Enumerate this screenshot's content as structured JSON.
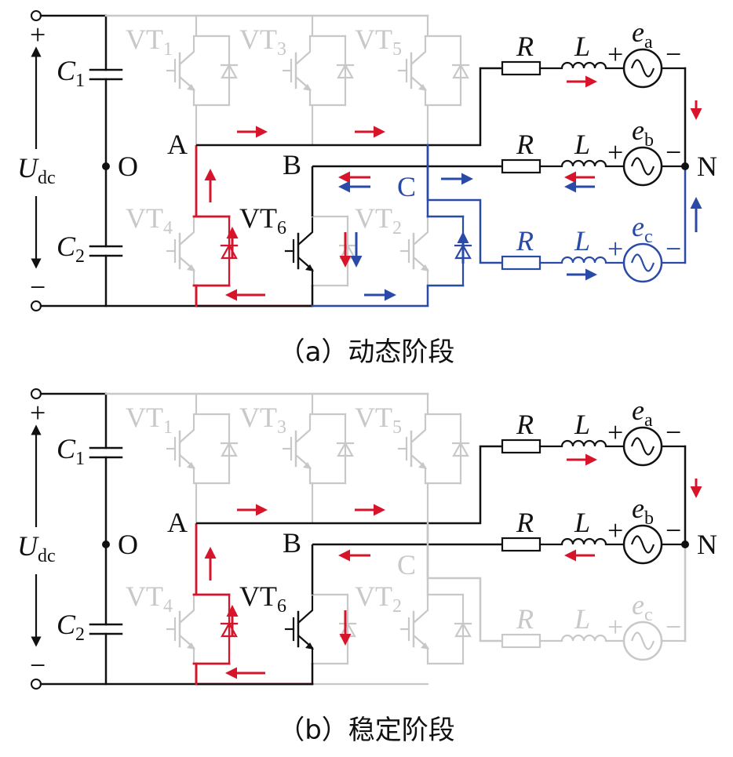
{
  "colors": {
    "active": "#111111",
    "inactive": "#c8c8c8",
    "current_a": "#d7142a",
    "current_c": "#2a4aa8"
  },
  "panels": [
    {
      "caption": "（a）动态阶段",
      "phase_c_active": true,
      "labels": {
        "plus": "+",
        "minus": "−",
        "u_main": "U",
        "u_sub": "dc",
        "c1_main": "C",
        "c1_sub": "1",
        "c2_main": "C",
        "c2_sub": "2",
        "o": "O",
        "vt1_main": "VT",
        "vt1_sub": "1",
        "vt3_main": "VT",
        "vt3_sub": "3",
        "vt5_main": "VT",
        "vt5_sub": "5",
        "vt4_main": "VT",
        "vt4_sub": "4",
        "vt6_main": "VT",
        "vt6_sub": "6",
        "vt2_main": "VT",
        "vt2_sub": "2",
        "node_a": "A",
        "node_b": "B",
        "node_c": "C",
        "node_n": "N",
        "r": "R",
        "l": "L",
        "ea_main": "e",
        "ea_sub": "a",
        "eb_main": "e",
        "eb_sub": "b",
        "ec_main": "e",
        "ec_sub": "c"
      }
    },
    {
      "caption": "（b）稳定阶段",
      "phase_c_active": false,
      "labels": {
        "plus": "+",
        "minus": "−",
        "u_main": "U",
        "u_sub": "dc",
        "c1_main": "C",
        "c1_sub": "1",
        "c2_main": "C",
        "c2_sub": "2",
        "o": "O",
        "vt1_main": "VT",
        "vt1_sub": "1",
        "vt3_main": "VT",
        "vt3_sub": "3",
        "vt5_main": "VT",
        "vt5_sub": "5",
        "vt4_main": "VT",
        "vt4_sub": "4",
        "vt6_main": "VT",
        "vt6_sub": "6",
        "vt2_main": "VT",
        "vt2_sub": "2",
        "node_a": "A",
        "node_b": "B",
        "node_c": "C",
        "node_n": "N",
        "r": "R",
        "l": "L",
        "ea_main": "e",
        "ea_sub": "a",
        "eb_main": "e",
        "eb_sub": "b",
        "ec_main": "e",
        "ec_sub": "c"
      }
    }
  ]
}
